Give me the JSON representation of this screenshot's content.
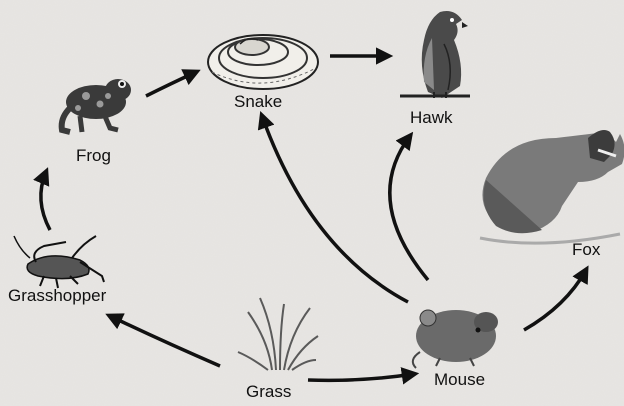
{
  "food_web": {
    "organisms": {
      "grass": "Grass",
      "grasshopper": "Grasshopper",
      "frog": "Frog",
      "snake": "Snake",
      "hawk": "Hawk",
      "mouse": "Mouse",
      "fox": "Fox"
    },
    "arrows": [
      {
        "from": "grass",
        "to": "grasshopper"
      },
      {
        "from": "grasshopper",
        "to": "frog"
      },
      {
        "from": "frog",
        "to": "snake"
      },
      {
        "from": "snake",
        "to": "hawk"
      },
      {
        "from": "grass",
        "to": "mouse"
      },
      {
        "from": "mouse",
        "to": "snake"
      },
      {
        "from": "mouse",
        "to": "hawk"
      },
      {
        "from": "mouse",
        "to": "fox"
      }
    ]
  }
}
